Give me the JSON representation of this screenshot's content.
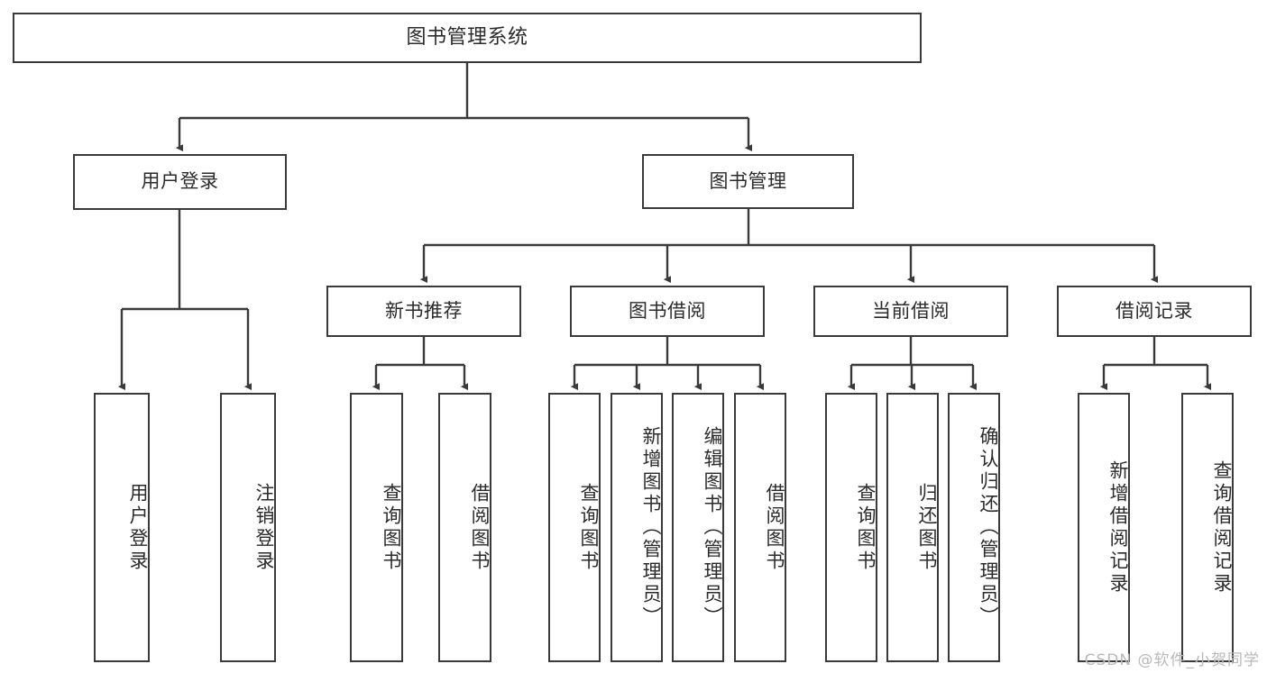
{
  "diagram": {
    "title": "图书管理系统",
    "type": "hierarchy-tree",
    "stroke_color": "#3a3a3a",
    "background_color": "#ffffff",
    "root": {
      "label": "图书管理系统"
    },
    "level2": [
      {
        "label": "用户登录"
      },
      {
        "label": "图书管理"
      }
    ],
    "level3": [
      {
        "label": "新书推荐"
      },
      {
        "label": "图书借阅"
      },
      {
        "label": "当前借阅"
      },
      {
        "label": "借阅记录"
      }
    ],
    "leaves": {
      "user_login": [
        {
          "label": "用户登录"
        },
        {
          "label": "注销登录"
        }
      ],
      "new_book_recommend": [
        {
          "label": "查询图书"
        },
        {
          "label": "借阅图书"
        }
      ],
      "book_borrow": [
        {
          "label": "查询图书"
        },
        {
          "label": "新增图书（管理员）"
        },
        {
          "label": "编辑图书（管理员）"
        },
        {
          "label": "借阅图书"
        }
      ],
      "current_borrow": [
        {
          "label": "查询图书"
        },
        {
          "label": "归还图书"
        },
        {
          "label": "确认归还（管理员）"
        }
      ],
      "borrow_record": [
        {
          "label": "新增借阅记录"
        },
        {
          "label": "查询借阅记录"
        }
      ]
    }
  },
  "watermark": {
    "text": "CSDN @软件_小贺同学"
  }
}
